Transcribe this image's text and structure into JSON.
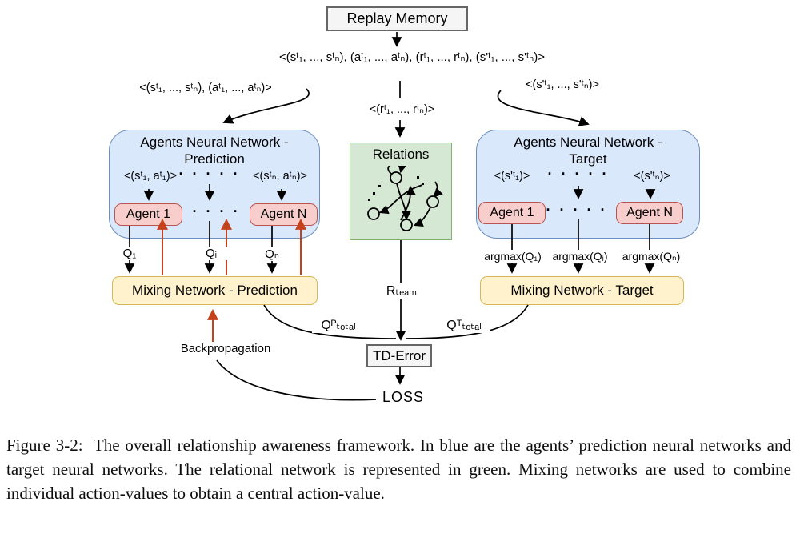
{
  "diagram": {
    "replay_memory": "Replay Memory",
    "tuple_line": "<(sᵗ₁, ..., sᵗₙ), (aᵗ₁, ..., aᵗₙ), (rᵗ₁, ..., rᵗₙ), (s'ᵗ₁, ..., s'ᵗₙ)>",
    "left_branch_label": "<(sᵗ₁, ..., sᵗₙ), (aᵗ₁, ..., aᵗₙ)>",
    "reward_label": "<(rᵗ₁, ..., rᵗₙ)>",
    "right_branch_label": "<(s'ᵗ₁, ..., s'ᵗₙ)>",
    "prediction_network": {
      "title_line1": "Agents Neural Network -",
      "title_line2": "Prediction",
      "input_left": "<(sᵗ₁, aᵗ₁)>",
      "input_right": "<(sᵗₙ, aᵗₙ)>",
      "dots": "· · · · ·",
      "agent_first": "Agent 1",
      "agent_last": "Agent N"
    },
    "relations": {
      "title": "Relations"
    },
    "target_network": {
      "title_line1": "Agents Neural Network -",
      "title_line2": "Target",
      "input_left": "<(s'ᵗ₁)>",
      "input_right": "<(s'ᵗₙ)>",
      "dots": "· · · · ·",
      "agent_first": "Agent 1",
      "agent_last": "Agent N"
    },
    "q_labels": {
      "first": "Q₁",
      "middle": "Qᵢ",
      "last": "Qₙ"
    },
    "argmax_labels": {
      "first": "argmax(Q₁)",
      "middle": "argmax(Qᵢ)",
      "last": "argmax(Qₙ)"
    },
    "mixing_prediction": "Mixing Network - Prediction",
    "mixing_target": "Mixing Network - Target",
    "r_team": "Rₜₑₐₘ",
    "q_total_prediction": "Qᴾₜₒₜₐₗ",
    "q_total_target": "Qᵀₜₒₜₐₗ",
    "td_error": "TD-Error",
    "loss": "LOSS",
    "backpropagation": "Backpropagation",
    "colors": {
      "blue_fill": "#dae8fc",
      "blue_border": "#6c8ebf",
      "agent_fill": "#f8cecc",
      "agent_border": "#b85450",
      "green_fill": "#d5e8d4",
      "green_border": "#82b366",
      "yellow_fill": "#fff2cc",
      "yellow_border": "#d6b656",
      "gray_fill": "#f5f5f5",
      "gray_border": "#666666",
      "backprop_arrow": "#c4411c"
    }
  },
  "caption": {
    "label": "Figure 3-2:",
    "text": "The overall relationship awareness framework. In blue are the agents’ prediction neural networks and target neural networks. The relational network is represented in green. Mixing networks are used to combine individual action-values to obtain a central action-value."
  }
}
